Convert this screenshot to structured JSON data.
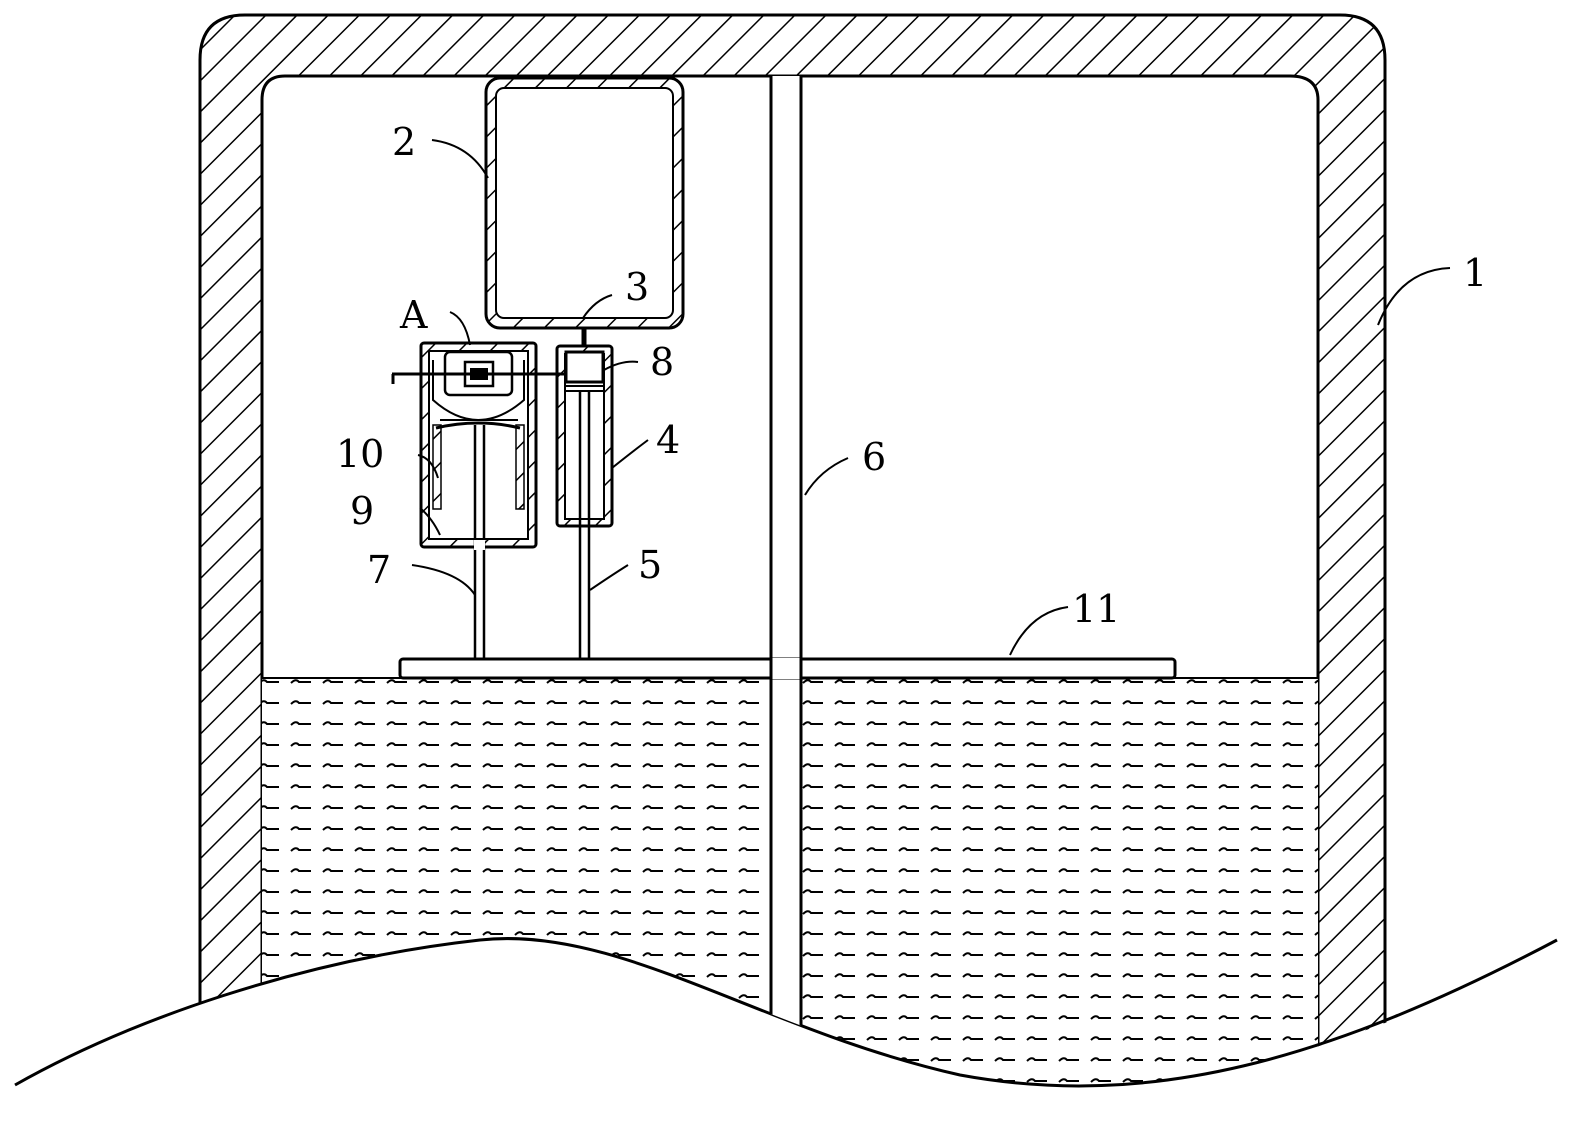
{
  "labels": {
    "housing": "1",
    "box": "2",
    "pipe": "3",
    "cylinder": "4",
    "rod5": "5",
    "shaft": "6",
    "rod7": "7",
    "piston": "8",
    "sleeve": "9",
    "chamber": "10",
    "float_plate": "11",
    "detail_a": "A"
  },
  "colors": {
    "line": "#000000",
    "background": "#ffffff"
  }
}
